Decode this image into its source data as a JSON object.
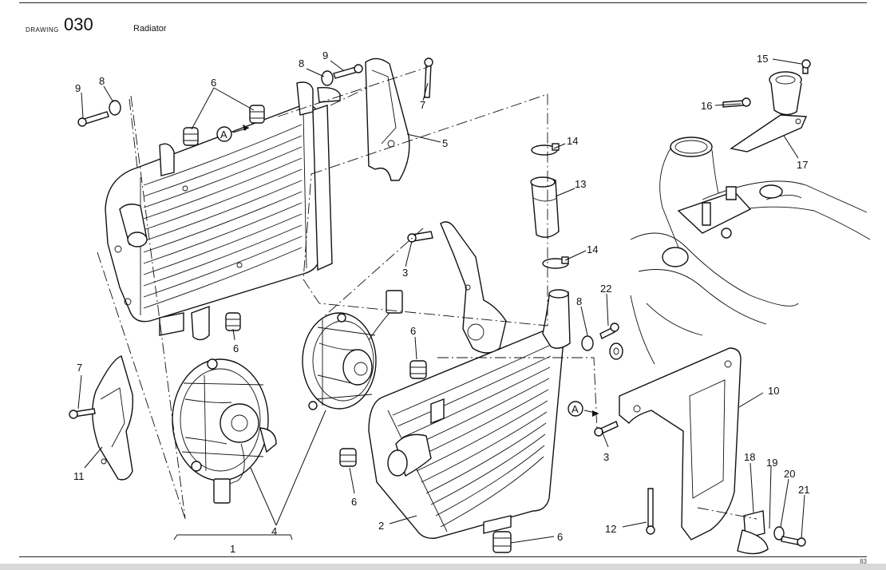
{
  "header": {
    "label": "DRAWING",
    "number": "030",
    "title": "Radiator"
  },
  "callouts": [
    {
      "id": "c9a",
      "label": "9"
    },
    {
      "id": "c8a",
      "label": "8"
    },
    {
      "id": "c6a",
      "label": "6"
    },
    {
      "id": "c8b",
      "label": "8"
    },
    {
      "id": "c9b",
      "label": "9"
    },
    {
      "id": "c7a",
      "label": "7"
    },
    {
      "id": "c5",
      "label": "5"
    },
    {
      "id": "c14a",
      "label": "14"
    },
    {
      "id": "c13",
      "label": "13"
    },
    {
      "id": "c14b",
      "label": "14"
    },
    {
      "id": "c15",
      "label": "15"
    },
    {
      "id": "c16",
      "label": "16"
    },
    {
      "id": "c17",
      "label": "17"
    },
    {
      "id": "c3a",
      "label": "3"
    },
    {
      "id": "c6b",
      "label": "6"
    },
    {
      "id": "c6c",
      "label": "6"
    },
    {
      "id": "c8c",
      "label": "8"
    },
    {
      "id": "c22",
      "label": "22"
    },
    {
      "id": "c7b",
      "label": "7"
    },
    {
      "id": "c11",
      "label": "11"
    },
    {
      "id": "c10",
      "label": "10"
    },
    {
      "id": "c3b",
      "label": "3"
    },
    {
      "id": "c18",
      "label": "18"
    },
    {
      "id": "c19",
      "label": "19"
    },
    {
      "id": "c20",
      "label": "20"
    },
    {
      "id": "c21",
      "label": "21"
    },
    {
      "id": "c6d",
      "label": "6"
    },
    {
      "id": "c2",
      "label": "2"
    },
    {
      "id": "c6e",
      "label": "6"
    },
    {
      "id": "c12",
      "label": "12"
    },
    {
      "id": "c4",
      "label": "4"
    },
    {
      "id": "c1",
      "label": "1"
    }
  ],
  "markers": [
    {
      "id": "markerA1",
      "label": "A"
    },
    {
      "id": "markerA2",
      "label": "A"
    }
  ],
  "footer": {
    "page": "83"
  }
}
